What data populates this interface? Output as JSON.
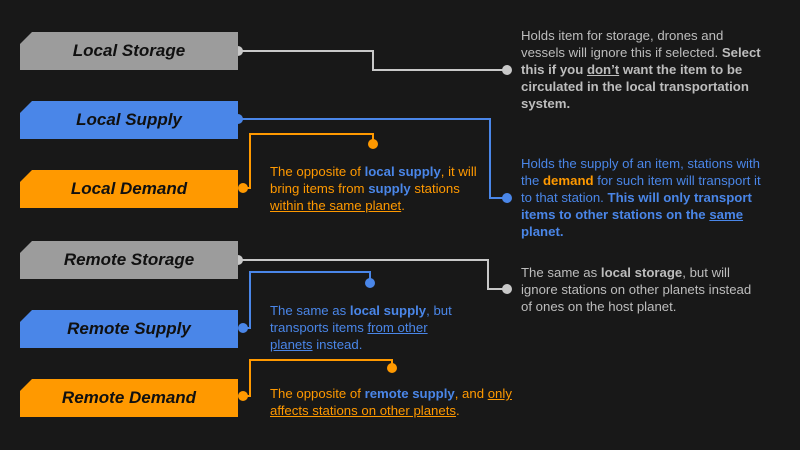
{
  "colors": {
    "background": "#181818",
    "storage_grey": "#9c9c9c",
    "supply_blue": "#4a86e8",
    "demand_orange": "#ff9900",
    "note_grey_text": "#bdbdbd"
  },
  "tags": {
    "local_storage": "Local Storage",
    "local_supply": "Local Supply",
    "local_demand": "Local Demand",
    "remote_storage": "Remote Storage",
    "remote_supply": "Remote Supply",
    "remote_demand": "Remote Demand"
  },
  "notes": {
    "local_storage": {
      "t1": "Holds item for storage, drones and vessels will ignore this if selected. ",
      "t2": "Select this if you ",
      "t3": "don’t",
      "t4": " want the item to be circulated in the local transportation system."
    },
    "local_supply": {
      "t1": "Holds the supply of an item, stations with the ",
      "t2": "demand",
      "t3": " for such item will transport it to that station. ",
      "t4": "This will only transport items to other stations on the ",
      "t5": "same",
      "t6": " planet."
    },
    "local_demand": {
      "t1": "The opposite of ",
      "t2": "local supply",
      "t3": ", it will bring items from ",
      "t4": "supply",
      "t5": " stations ",
      "t6": "within the same planet",
      "t7": "."
    },
    "remote_storage": {
      "t1": "The same as ",
      "t2": "local storage",
      "t3": ", but will ignore stations on other planets instead of ones on the host planet."
    },
    "remote_supply": {
      "t1": "The same as ",
      "t2": "local supply",
      "t3": ", but transports items ",
      "t4": "from other planets",
      "t5": " instead."
    },
    "remote_demand": {
      "t1": "The opposite of ",
      "t2": "remote supply",
      "t3": ", and ",
      "t4": "only affects stations on other planets",
      "t5": "."
    }
  }
}
